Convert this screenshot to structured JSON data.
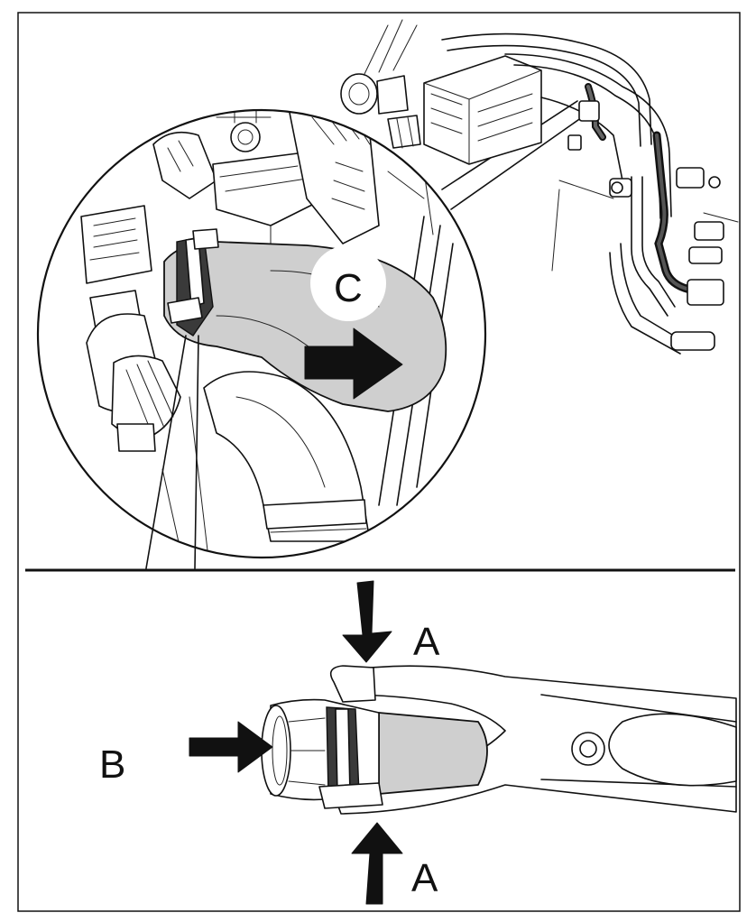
{
  "labels": {
    "a_top": "A",
    "a_bottom": "A",
    "b": "B",
    "c": "C"
  },
  "colors": {
    "line": "#111111",
    "hose_fill": "#cfcfcf",
    "background": "#ffffff"
  }
}
